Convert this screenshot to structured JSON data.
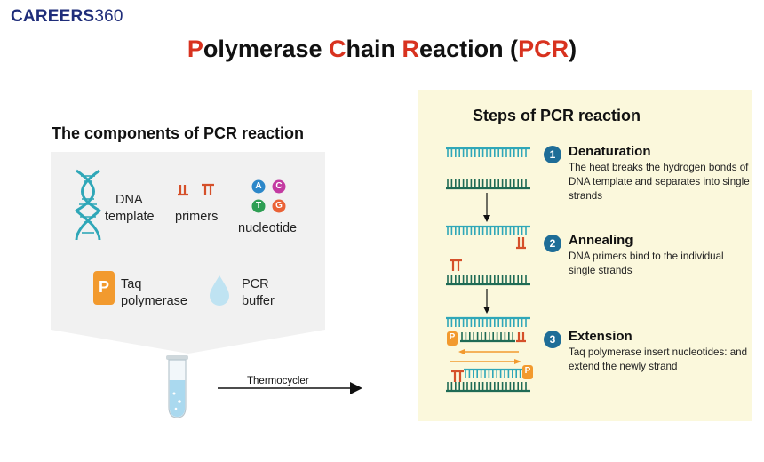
{
  "brand": {
    "part1": "CAREERS",
    "part2": "360"
  },
  "title": {
    "p1": "P",
    "p2": "olymerase ",
    "p3": "C",
    "p4": "hain ",
    "p5": "R",
    "p6": "eaction (",
    "p7": "PCR",
    "p8": ")"
  },
  "components": {
    "heading": "The components of PCR reaction",
    "dna_line1": "DNA",
    "dna_line2": "template",
    "primers": "primers",
    "nucleotide": "nucleotide",
    "bases": [
      "A",
      "C",
      "T",
      "G"
    ],
    "taq_letter": "P",
    "taq_line1": "Taq",
    "taq_line2": "polymerase",
    "buffer_line1": "PCR",
    "buffer_line2": "buffer"
  },
  "thermocycler": "Thermocycler",
  "steps": {
    "heading": "Steps of PCR reaction",
    "items": [
      {
        "num": "1",
        "title": "Denaturation",
        "desc": "The heat breaks the hydrogen bonds of DNA template and separates into single strands"
      },
      {
        "num": "2",
        "title": "Annealing",
        "desc": "DNA primers bind to the individual single strands"
      },
      {
        "num": "3",
        "title": "Extension",
        "desc": "Taq polymerase insert nucleotides: and extend the newly strand"
      }
    ],
    "taq_tag": "P"
  },
  "colors": {
    "teal": "#2fa7b8",
    "dark_green": "#1f6b55",
    "primer_red": "#d5502a",
    "taq_orange": "#f29a2e",
    "step_blue": "#1e6d97",
    "title_red": "#d8321f",
    "brand_navy": "#1f2d7a",
    "panel_yellow": "#fbf8dc",
    "panel_grey": "#f1f1f1"
  }
}
